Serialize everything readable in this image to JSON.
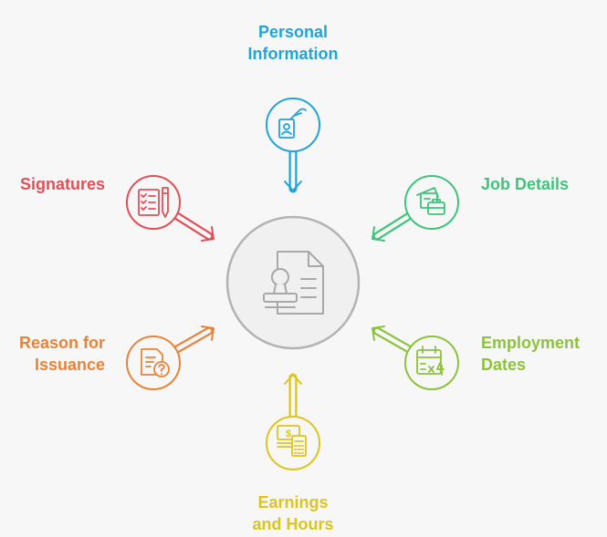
{
  "colors": {
    "background": "#f7f7f7",
    "center_fill": "#f0f0f0",
    "center_stroke": "#b3b3b3",
    "personal": "#21a4d6",
    "job": "#3ec47b",
    "employment": "#8cc23d",
    "earnings": "#dcc51e",
    "reason": "#e6843b",
    "signatures": "#e34f57"
  },
  "nodes": {
    "personal": {
      "line1": "Personal",
      "line2": "Information",
      "icon": "id-badge-icon"
    },
    "job": {
      "label": "Job Details",
      "icon": "briefcase-documents-icon"
    },
    "employment": {
      "line1": "Employment",
      "line2": "Dates",
      "icon": "calendar-icon"
    },
    "earnings": {
      "line1": "Earnings",
      "line2": "and Hours",
      "icon": "money-calculator-icon"
    },
    "reason": {
      "line1": "Reason for",
      "line2": "Issuance",
      "icon": "question-document-icon"
    },
    "signatures": {
      "label": "Signatures",
      "icon": "checklist-pen-icon"
    }
  },
  "center": {
    "icon": "document-stamp-icon"
  }
}
